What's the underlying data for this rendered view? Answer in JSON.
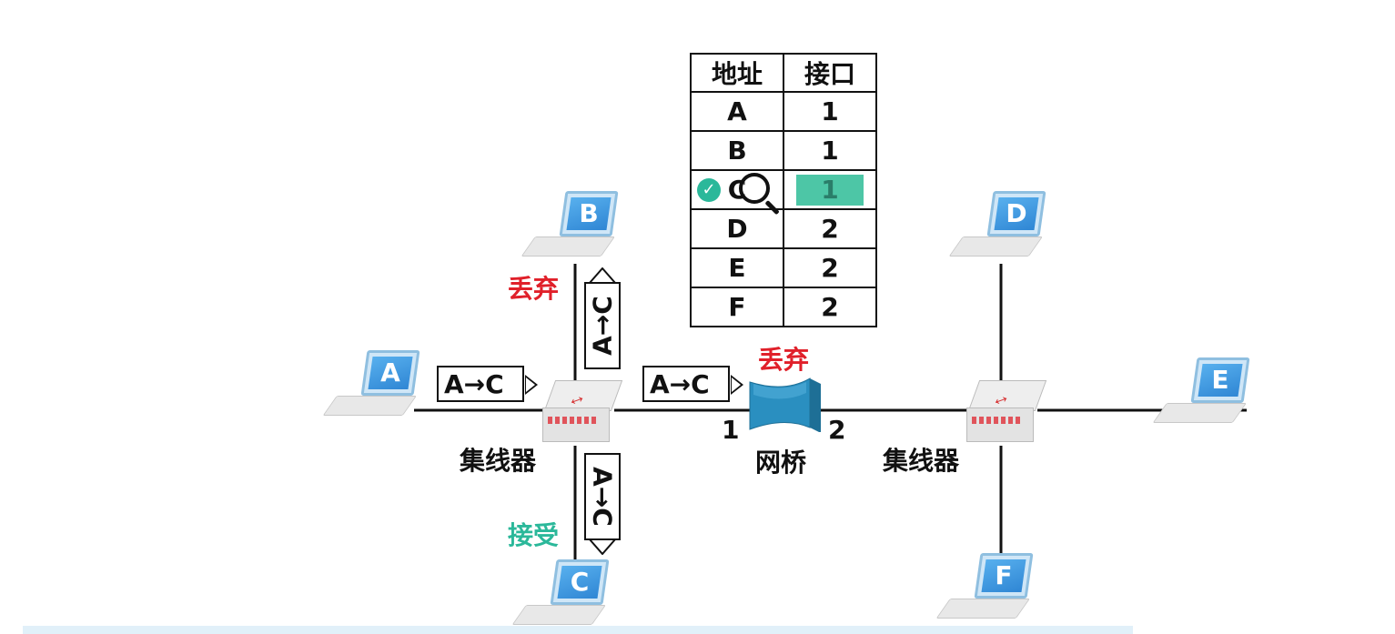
{
  "table": {
    "headers": [
      "地址",
      "接口"
    ],
    "rows": [
      {
        "address": "A",
        "port": "1"
      },
      {
        "address": "B",
        "port": "1"
      },
      {
        "address": "C",
        "port": "1"
      },
      {
        "address": "D",
        "port": "2"
      },
      {
        "address": "E",
        "port": "2"
      },
      {
        "address": "F",
        "port": "2"
      }
    ]
  },
  "hosts": {
    "a": "A",
    "b": "B",
    "c": "C",
    "d": "D",
    "e": "E",
    "f": "F"
  },
  "frames": {
    "a_to_hub": "A→C",
    "hub_to_bridge": "A→C",
    "hub_to_b": "A→C",
    "hub_to_c": "A→C"
  },
  "labels": {
    "hub_left": "集线器",
    "hub_right": "集线器",
    "bridge": "网桥",
    "port1": "1",
    "port2": "2",
    "discard_b": "丢弃",
    "discard_bridge": "丢弃",
    "accept_c": "接受"
  },
  "colors": {
    "discard": "#e0202a",
    "accept": "#2bb89a",
    "highlight": "#4dc6a6",
    "bridge": "#2a8fc0"
  }
}
